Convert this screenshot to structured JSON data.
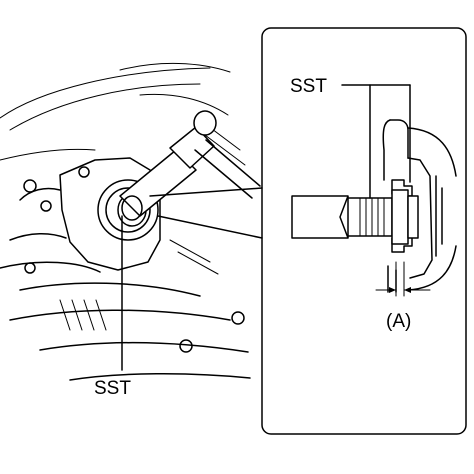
{
  "labels": {
    "tool_left": "SST",
    "tool_detail": "SST",
    "dimension": "(A)"
  }
}
